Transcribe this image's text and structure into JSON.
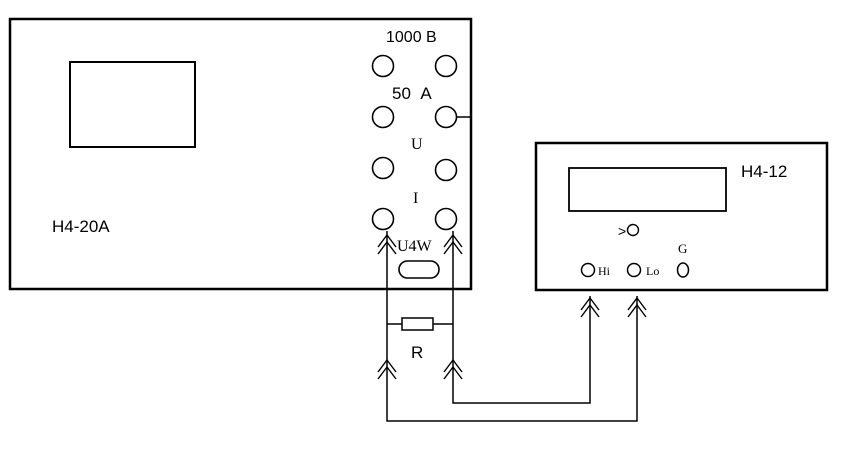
{
  "devices": {
    "calibrator": {
      "name": "Н4-20А",
      "range_voltage": "1000 В",
      "range_current": "50  А",
      "terminal_u": "U",
      "terminal_i": "I",
      "terminal_u4w": "U4W"
    },
    "meter": {
      "name": "Н4-12",
      "arrow_label": ">",
      "terminal_hi": "Hi",
      "terminal_lo": "Lo",
      "terminal_g": "G"
    }
  },
  "resistor": {
    "label": "R"
  }
}
